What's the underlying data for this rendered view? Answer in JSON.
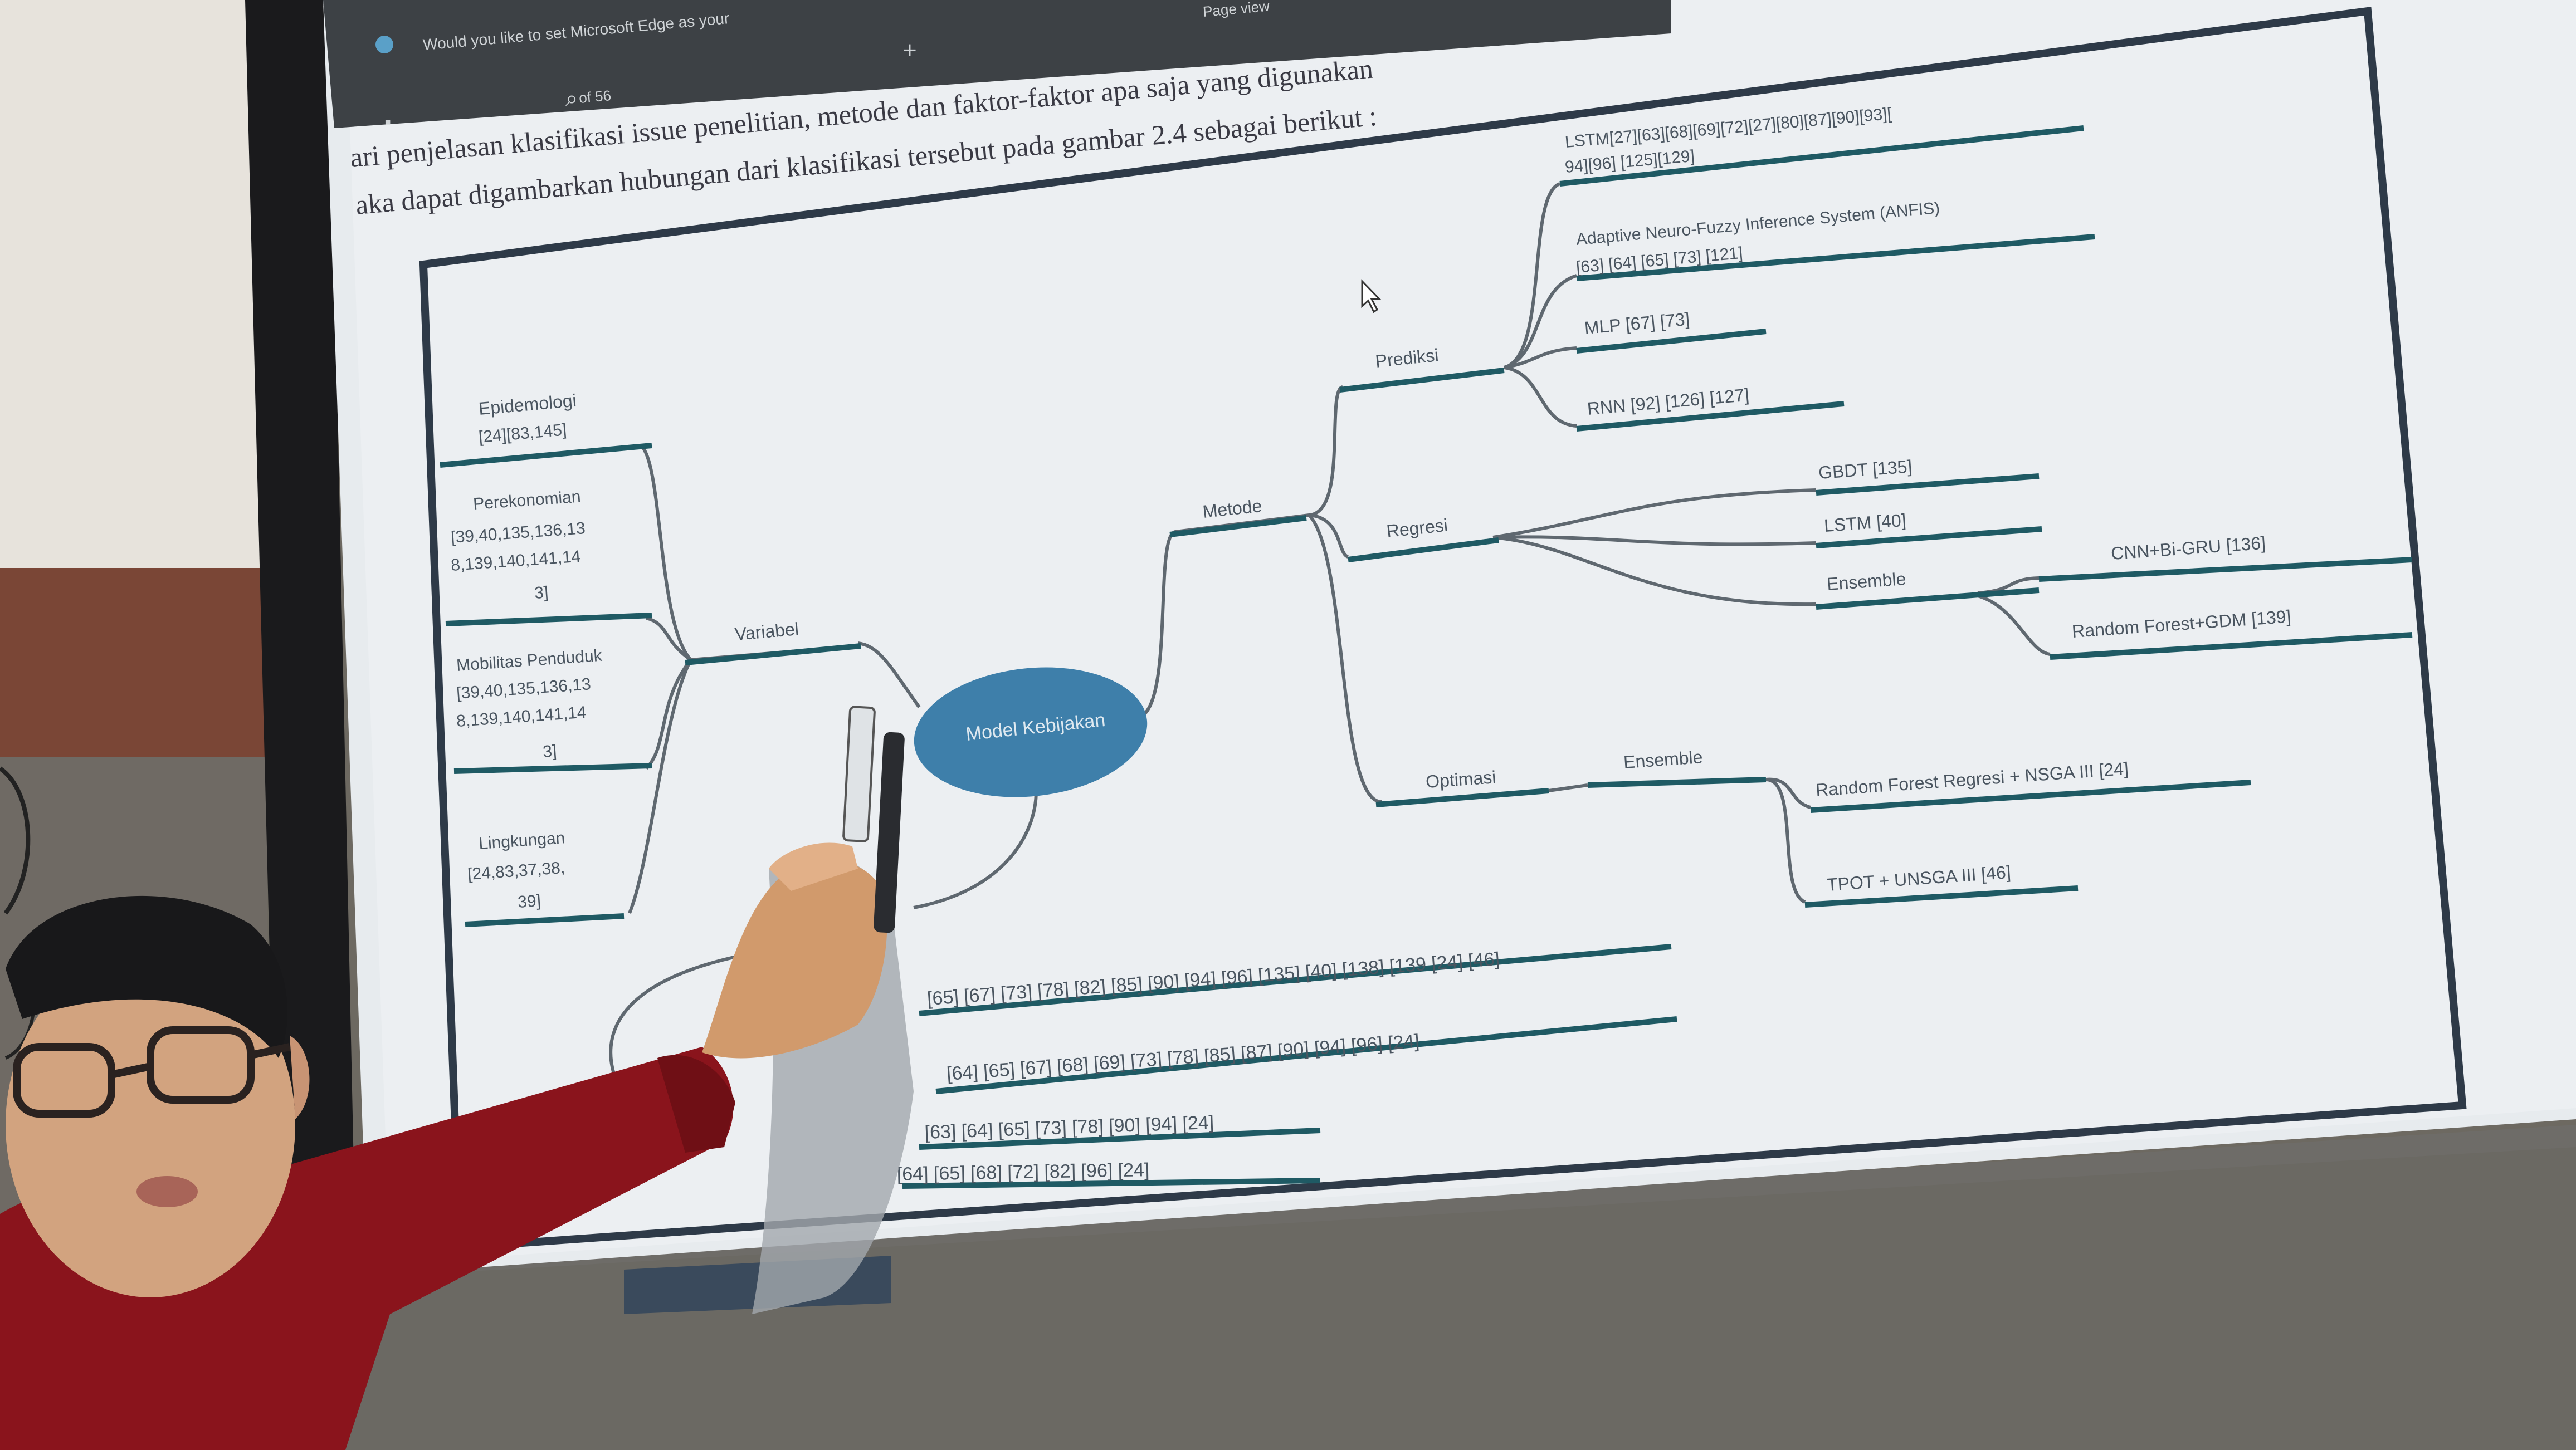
{
  "browser": {
    "notification": "Would you like to set Microsoft Edge as your",
    "page_view_label": "Page view",
    "zoom": "of 56"
  },
  "document": {
    "line1": "ari penjelasan klasifikasi issue penelitian, metode dan faktor-faktor apa saja yang digunakan",
    "line2": "aka dapat digambarkan hubungan dari klasifikasi tersebut pada gambar 2.4 sebagai berikut :"
  },
  "mindmap": {
    "center": "Model Kebijakan",
    "variabel": {
      "label": "Variabel",
      "items": [
        [
          "Epidemologi",
          "[24][83,145]"
        ],
        [
          "Perekonomian",
          "[39,40,135,136,13",
          "8,139,140,141,14",
          "3]"
        ],
        [
          "Mobilitas Penduduk",
          "[39,40,135,136,13",
          "8,139,140,141,14",
          "3]"
        ],
        [
          "Lingkungan",
          "[24,83,37,38,",
          "39]"
        ]
      ]
    },
    "metode": {
      "label": "Metode",
      "prediksi": {
        "label": "Prediksi",
        "items": [
          [
            "LSTM[27][63][68][69][72][27][80][87][90][93][",
            "94][96] [125][129]"
          ],
          [
            "Adaptive Neuro-Fuzzy Inference System (ANFIS)",
            "[63] [64] [65] [73] [121]"
          ],
          [
            "MLP [67] [73]"
          ],
          [
            "RNN [92] [126] [127]"
          ]
        ]
      },
      "regresi": {
        "label": "Regresi",
        "items": [
          "GBDT [135]",
          "LSTM [40]"
        ],
        "ensemble": {
          "label": "Ensemble",
          "items": [
            "CNN+Bi-GRU [136]",
            "Random Forest+GDM [139]"
          ]
        }
      },
      "optimasi": {
        "label": "Optimasi",
        "ensemble": {
          "label": "Ensemble",
          "items": [
            "Random Forest Regresi + NSGA III [24]",
            "TPOT + UNSGA III [46]"
          ]
        }
      }
    },
    "faktor_lines": [
      "[65] [67] [73] [78] [82] [85] [90] [94] [96] [135] [40] [138] [139 [24] [46]",
      "[64] [65] [67] [68] [69] [73] [78] [85] [87] [90] [94] [96] [24]",
      "[63] [64] [65] [73] [78] [90] [94] [24]",
      "[64] [65] [68] [72] [82] [96] [24]"
    ]
  }
}
